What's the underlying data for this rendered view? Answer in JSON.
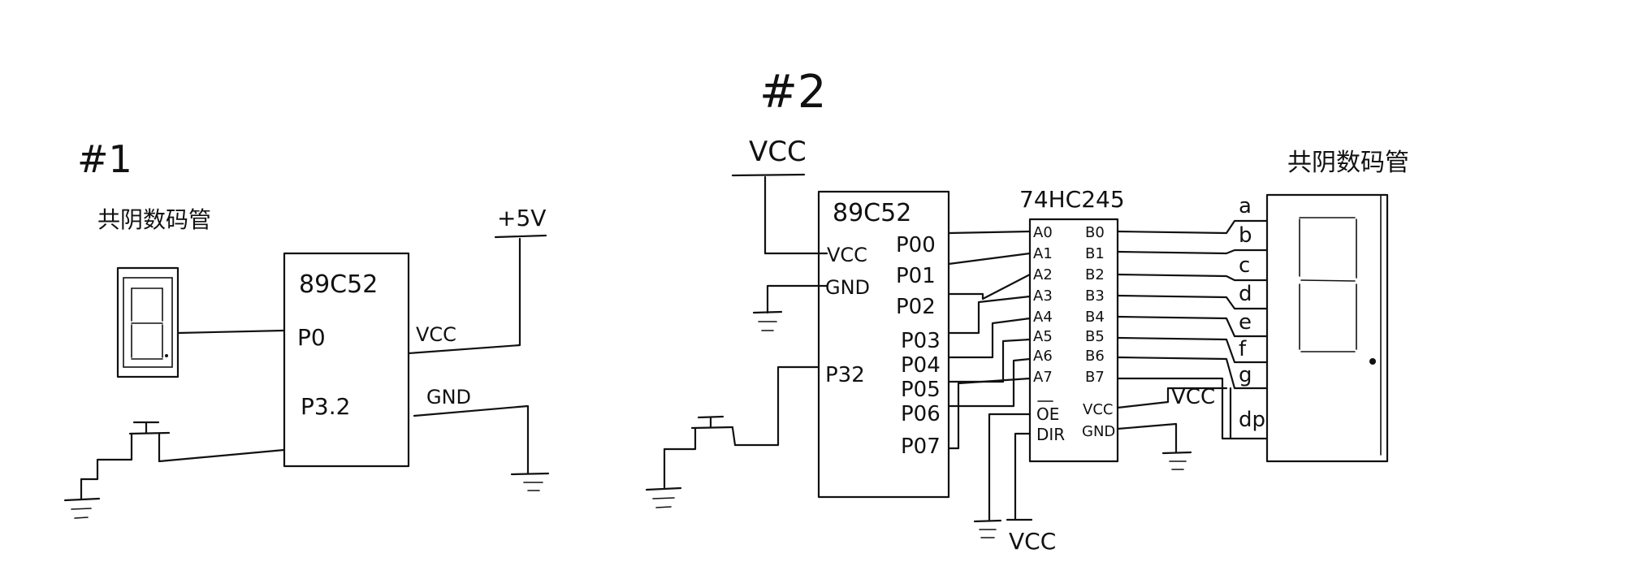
{
  "diagram1": {
    "label": "#1",
    "display_label": "共阴数码管",
    "chip_name": "89C52",
    "pin_p0": "P0",
    "pin_p32": "P3.2",
    "pin_vcc": "VCC",
    "pin_gnd": "GND",
    "supply": "+5V"
  },
  "diagram2": {
    "label": "#2",
    "vcc_top": "VCC",
    "vcc_bottom": "VCC",
    "mcu": {
      "name": "89C52",
      "pin_vcc": "VCC",
      "pin_gnd": "GND",
      "pin_p32": "P32",
      "port_pins": [
        "P00",
        "P01",
        "P02",
        "P03",
        "P04",
        "P05",
        "P06",
        "P07"
      ]
    },
    "buffer": {
      "name": "74HC245",
      "a_pins": [
        "A0",
        "A1",
        "A2",
        "A3",
        "A4",
        "A5",
        "A6",
        "A7"
      ],
      "b_pins": [
        "B0",
        "B1",
        "B2",
        "B3",
        "B4",
        "B5",
        "B6",
        "B7"
      ],
      "pin_oe": "OE",
      "pin_dir": "DIR",
      "pin_vcc": "VCC",
      "pin_gnd": "GND",
      "vcc_net": "VCC"
    },
    "segments": [
      "a",
      "b",
      "c",
      "d",
      "e",
      "f",
      "g",
      "dp"
    ],
    "display_label": "共阴数码管"
  }
}
